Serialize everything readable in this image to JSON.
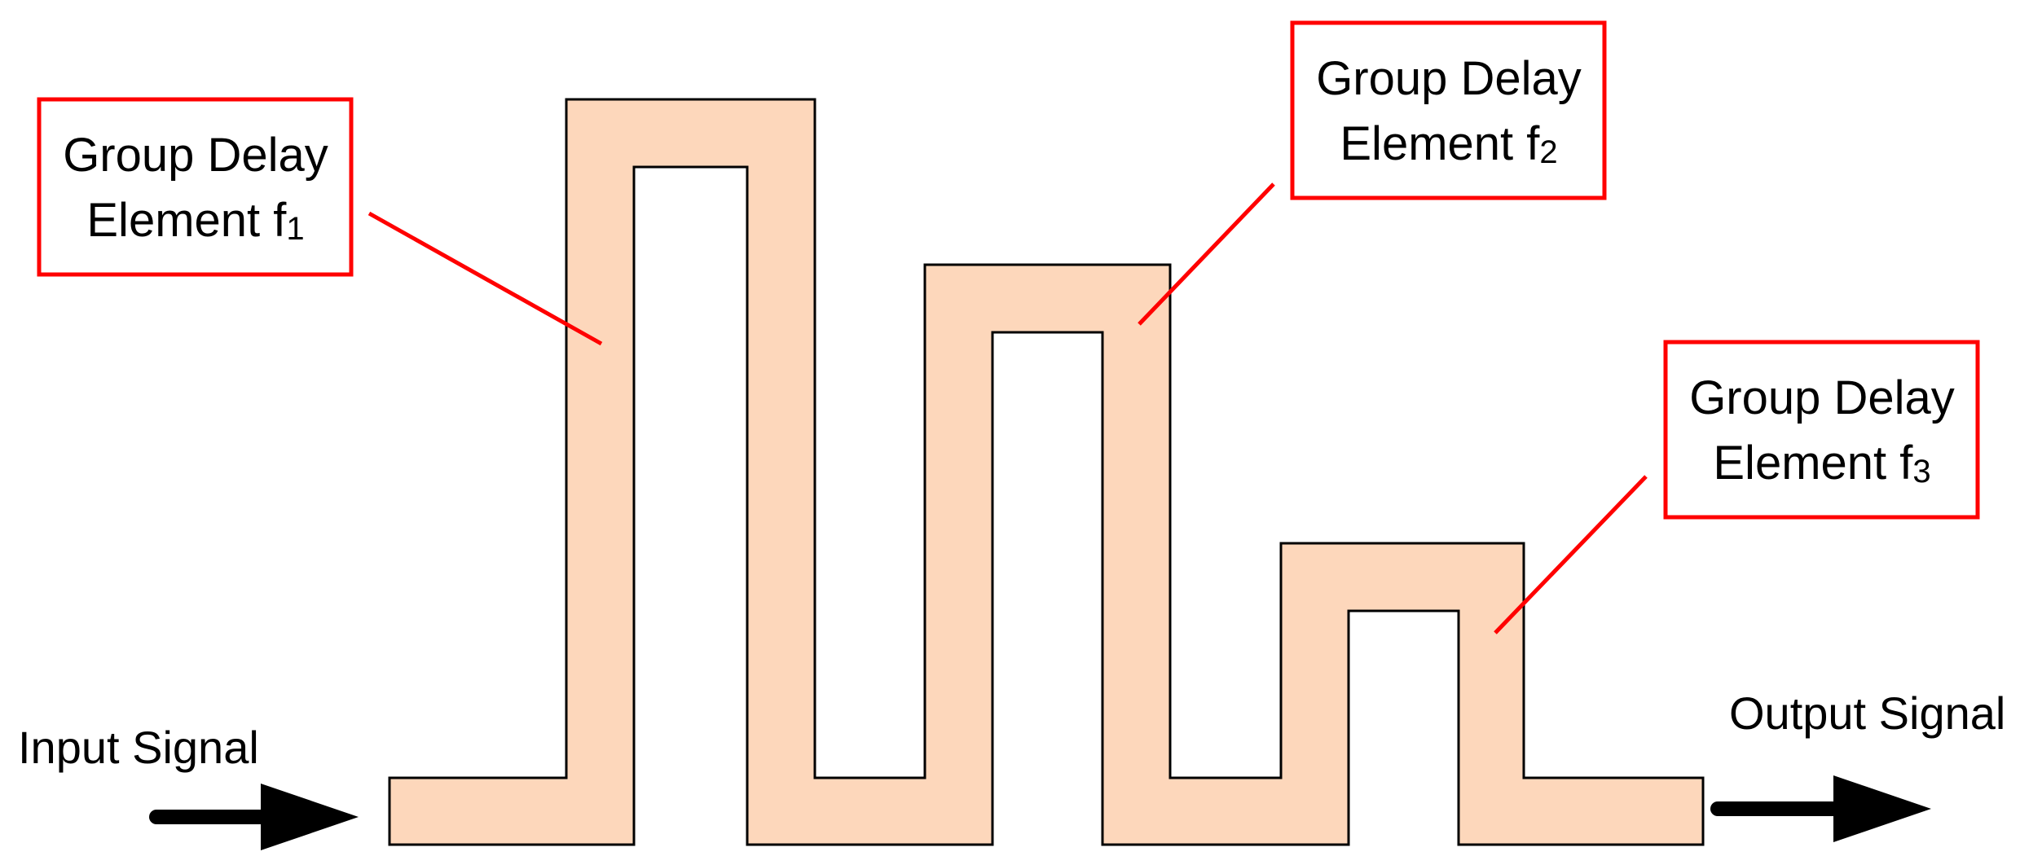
{
  "colors": {
    "waveguide_fill": "#fdd7bb",
    "waveguide_stroke": "#000000",
    "callout": "#ff0000",
    "arrow": "#000000"
  },
  "labels": {
    "input": "Input Signal",
    "output": "Output Signal"
  },
  "elements": [
    {
      "line1": "Group Delay",
      "line2": "Element f",
      "subscript": "1"
    },
    {
      "line1": "Group Delay",
      "line2": "Element f",
      "subscript": "2"
    },
    {
      "line1": "Group Delay",
      "line2": "Element f",
      "subscript": "3"
    }
  ]
}
